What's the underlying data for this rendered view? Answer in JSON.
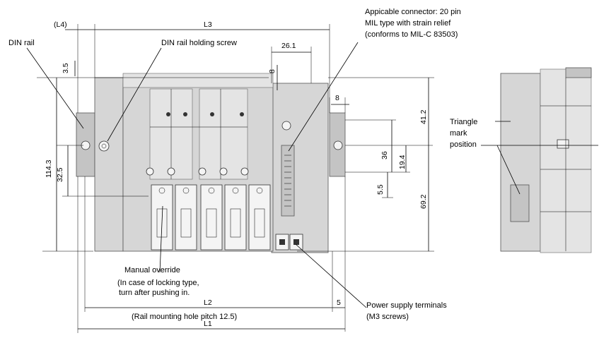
{
  "labels": {
    "din_rail": "DIN rail",
    "din_rail_holding_screw": "DIN rail holding screw",
    "connector_line1": "Appicable connector: 20 pin",
    "connector_line2": "MIL type with strain relief",
    "connector_line3": "(conforms to MIL-C 83503)",
    "triangle_line1": "Triangle",
    "triangle_line2": "mark",
    "triangle_line3": "position",
    "manual_override": "Manual override",
    "locking_line1": "(In case of locking type,",
    "locking_line2": "turn after pushing in.",
    "power_supply": "Power supply terminals",
    "m3_screws": "(M3 screws)",
    "rail_pitch": "(Rail mounting hole pitch 12.5)"
  },
  "dimensions": {
    "l4": "(L4)",
    "l3": "L3",
    "l2": "L2",
    "l1": "L1",
    "d26_1": "26.1",
    "d3_5": "3.5",
    "d8_top": "8",
    "d8_right": "8",
    "d114_3": "114.3",
    "d32_5": "32.5",
    "d36": "36",
    "d19_4": "19.4",
    "d5_5": "5.5",
    "d41_2": "41.2",
    "d69_2": "69.2",
    "d5_bottom": "5"
  }
}
